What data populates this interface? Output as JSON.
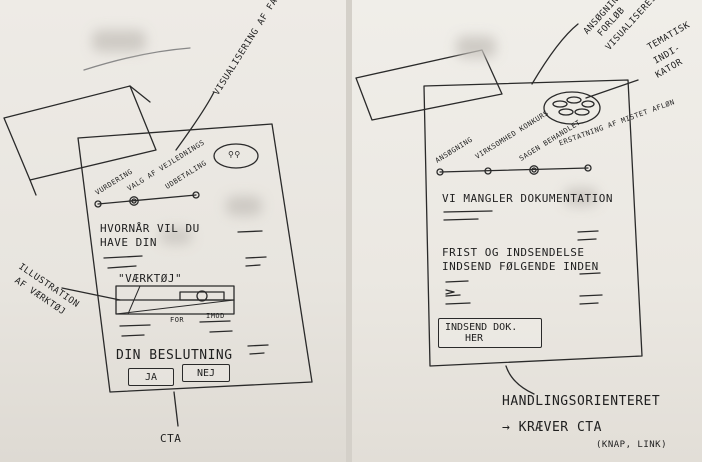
{
  "left": {
    "annotation_visualisering": "VISUALISERING AF FASER",
    "annotation_illustration_line1": "ILLUSTRATION",
    "annotation_illustration_line2": "AF VÆRKTØJ",
    "phases": [
      "VURDERING",
      "VALG AF VEJLEDNINGS",
      "UDBETALING"
    ],
    "heading_line1": "HVORNÅR VIL DU",
    "heading_line2": "HAVE DIN",
    "tool_label": "\"VÆRKTØJ\"",
    "scale_left": "FOR",
    "scale_right": "IMOD",
    "decision_heading": "DIN BESLUTNING",
    "btn_yes": "JA",
    "btn_no": "NEJ",
    "cta_label": "CTA"
  },
  "right": {
    "annotation_ansogning_line1": "ANSØGNINGS",
    "annotation_ansogning_line2": "FORLØB",
    "annotation_ansogning_line3": "VISUALISERES",
    "annotation_tematisk_line1": "TEMATISK",
    "annotation_tematisk_line2": "INDI-",
    "annotation_tematisk_line3": "KATOR",
    "phases": [
      "ANSØGNING",
      "VIRKSOMHED KONKURS",
      "SAGEN BEHANDLET",
      "ERSTATNING AF MISTET AFLØN"
    ],
    "doc_heading": "VI MANGLER DOKUMENTATION",
    "deadline_line1": "FRIST OG INDSENDELSE",
    "deadline_line2": "INDSEND FØLGENDE INDEN",
    "submit_line1": "INDSEND DOK.",
    "submit_line2": "HER",
    "note_line1": "HANDLINGSORIENTERET",
    "note_line2": "→ KRÆVER CTA",
    "note_line3": "(KNAP, LINK)"
  }
}
